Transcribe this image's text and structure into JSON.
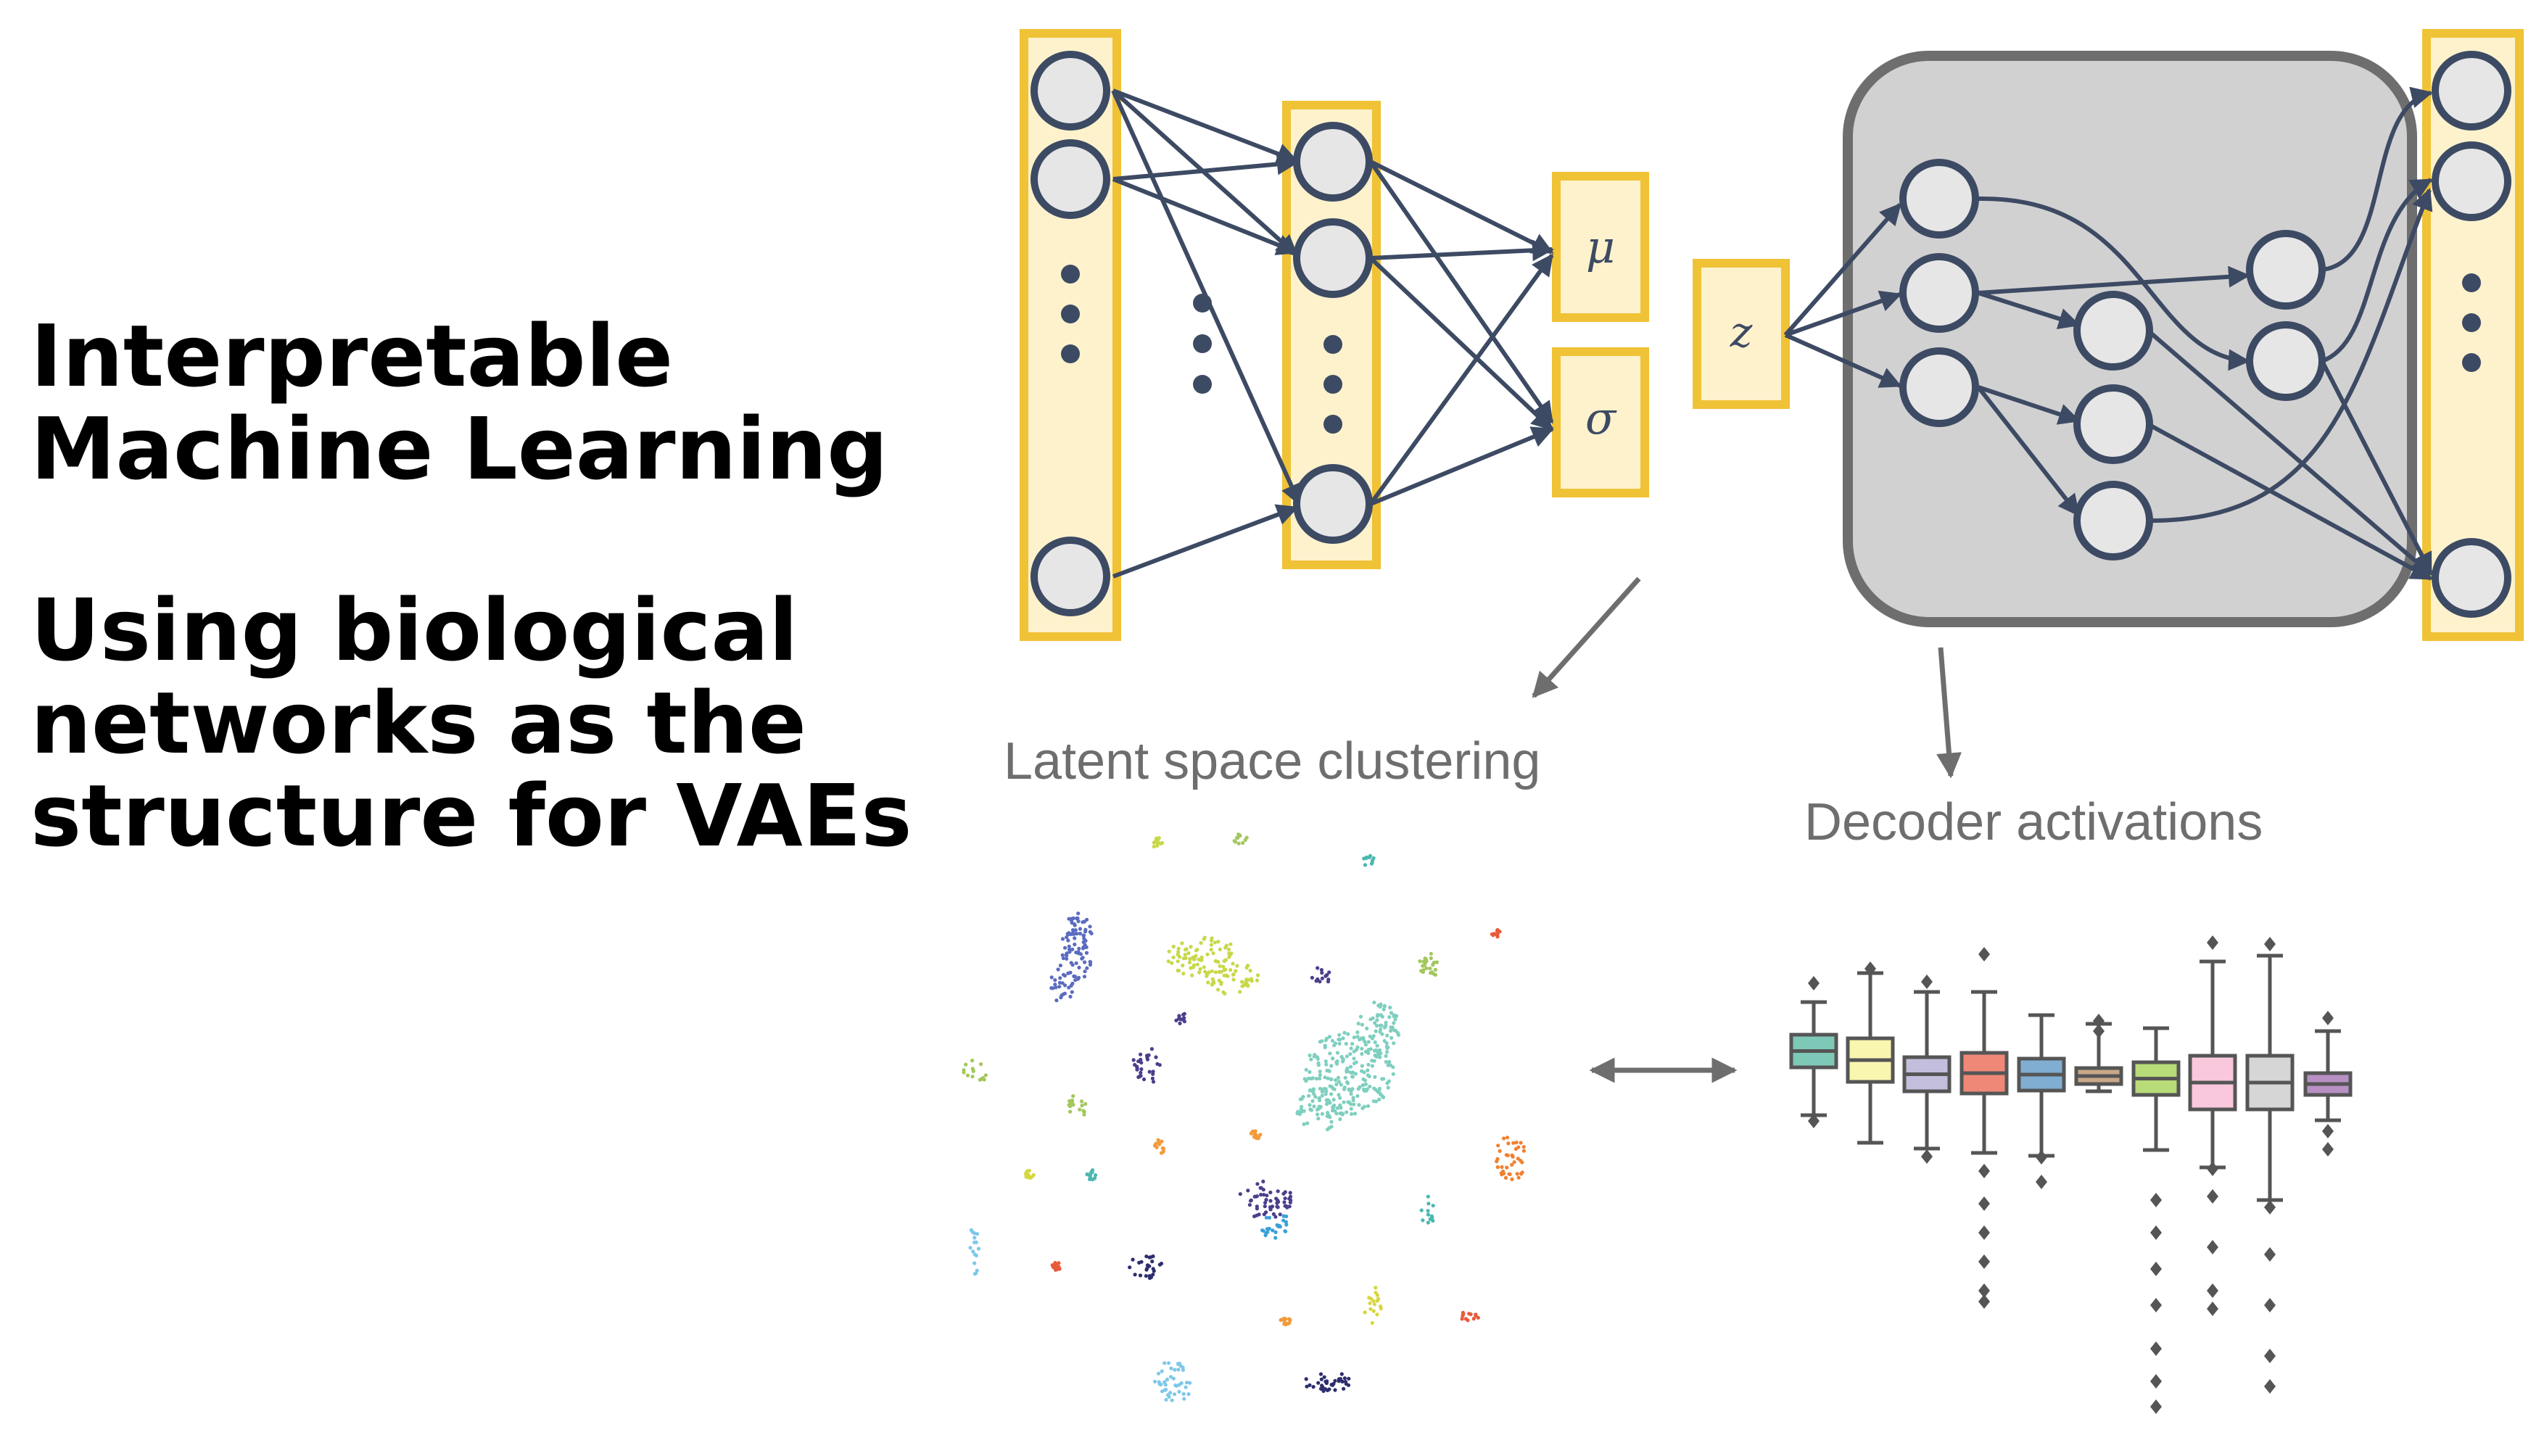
{
  "title": {
    "line1": "Interpretable",
    "line2": "Machine Learning",
    "line3": "Using biological",
    "line4": "networks as the",
    "line5": "structure for VAEs"
  },
  "encoder": {
    "mu_label": "μ",
    "sigma_label": "σ",
    "z_label": "z"
  },
  "annotations": {
    "latent_label": "Latent space clustering",
    "decoder_label": "Decoder activations"
  },
  "colors": {
    "node_fill": "#e6e6e6",
    "node_stroke": "#3d4a63",
    "layer_fill": "#fdf2cc",
    "layer_stroke": "#f0c236",
    "decoder_fill": "#d2d1d2",
    "decoder_stroke": "#6e6e6e",
    "edge": "#3d4a63",
    "arrow_gray": "#6e6e6e"
  },
  "cluster_palette": [
    "#5b6cc0",
    "#c8d84a",
    "#7fcfbf",
    "#3aa0d8",
    "#f39a3a",
    "#e85a3a",
    "#a3c75d",
    "#4ab8b0",
    "#4a3f8c",
    "#d6d640",
    "#7ec8e8",
    "#2d2d6e",
    "#f08030"
  ],
  "boxplot_colors": [
    "#7ec8b8",
    "#f9f6b0",
    "#c2bedc",
    "#f08878",
    "#80aed2",
    "#c8a888",
    "#b8dc78",
    "#f9c8dc",
    "#d6d6d6",
    "#b890c4"
  ]
}
